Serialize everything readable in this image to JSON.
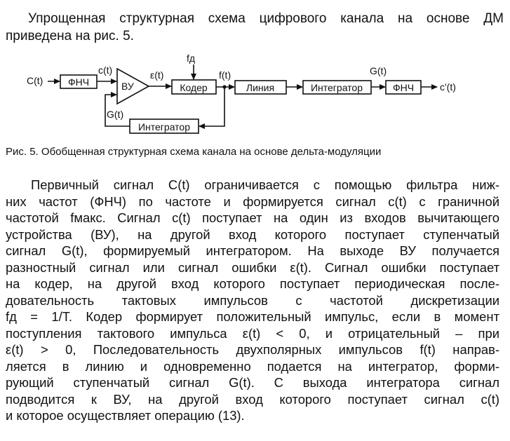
{
  "intro": {
    "line1": "Упрощенная структурная схема цифрового канала на основе ДМ",
    "line2": "приведена на рис. 5."
  },
  "diagram": {
    "input_label": "C(t)",
    "lpf_in": "ФНЧ",
    "c_label": "c(t)",
    "subtractor": "ВУ",
    "eps_label": "ε(t)",
    "fd_label": "fд",
    "coder": "Кодер",
    "f_label": "f(t)",
    "line_block": "Линия",
    "g_top_label": "G(t)",
    "integrator_out": "Интегратор",
    "lpf_out": "ФНЧ",
    "output_label": "c'(t)",
    "g_feedback_label": "G(t)",
    "integrator_feedback": "Интегратор"
  },
  "caption": "Рис. 5. Обобщенная структурная схема канала на основе дельта-модуляции",
  "body": [
    "Первичный сигнал C(t) ограничивается с помощью фильтра ниж-",
    "них частот (ФНЧ) по частоте и формируется сигнал c(t) с граничной",
    "частотой fмакс. Сигнал c(t) поступает на один из входов вычитающего",
    "устройства (ВУ), на другой вход которого поступает ступенчатый",
    "сигнал G(t), формируемый интегратором. На выходе ВУ получается",
    "разностный сигнал или сигнал ошибки ε(t). Сигнал ошибки поступает",
    "на кодер, на другой вход которого поступает периодическая после-",
    "довательность тактовых импульсов с частотой дискретизации",
    "fд = 1/T. Кодер формирует положительный импульс, если в момент",
    "поступления тактового импульса ε(t) < 0, и отрицательный – при",
    "ε(t) > 0, Последовательность двухполярных импульсов f(t) направ-",
    "ляется в линию и одновременно подается на интегратор, форми-",
    "рующий ступенчатый сигнал G(t). С выхода интегратора сигнал",
    "подводится к ВУ, на другой вход которого поступает сигнал c(t)",
    "и которое осуществляет операцию (13)."
  ]
}
